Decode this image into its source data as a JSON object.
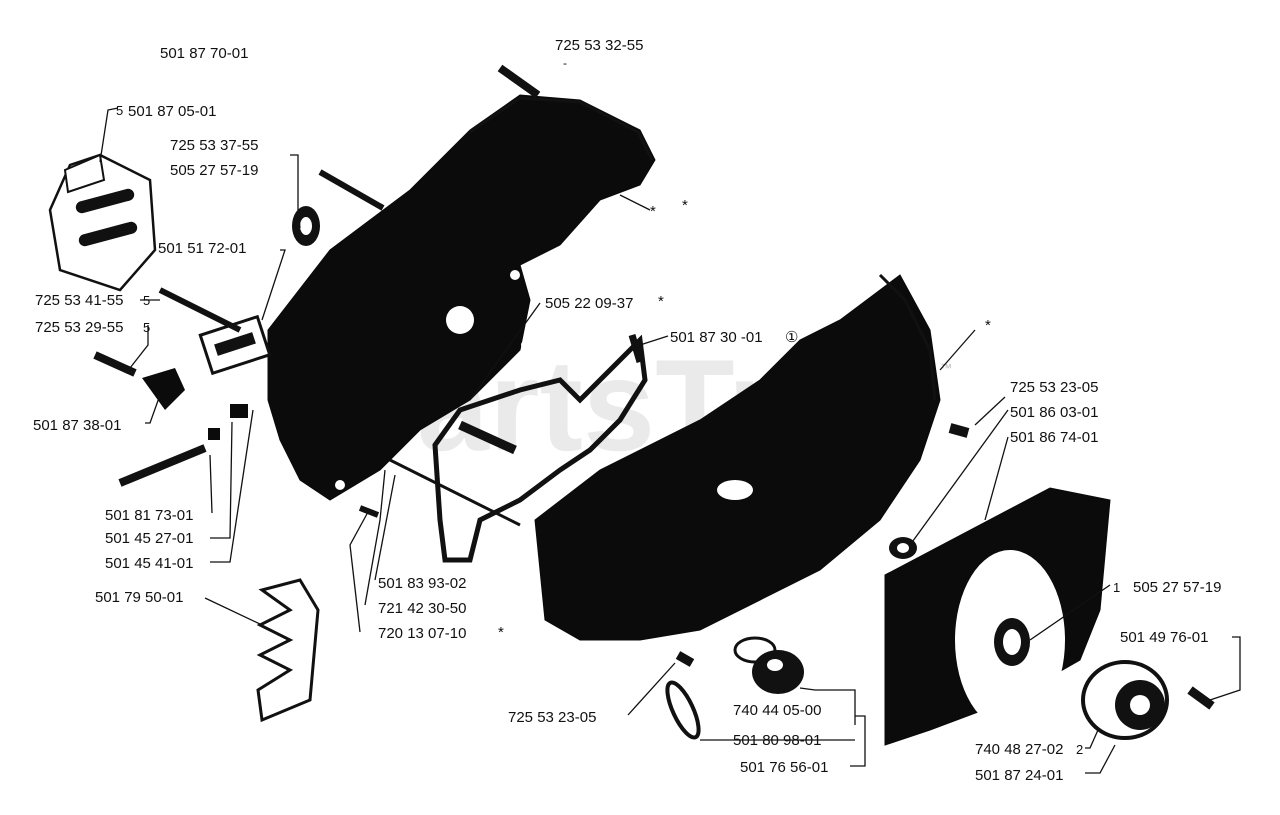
{
  "diagram": {
    "assembly_number": "501 87 70-01",
    "watermark": "PartsTree",
    "watermark_mark": "™",
    "asterisk": "*",
    "parts": {
      "p01": "725 53 32-55",
      "p02": "501 87 05-01",
      "p03": "725 53 37-55",
      "p04": "505 27 57-19",
      "p05": "501 51 72-01",
      "p06": "725 53 41-55",
      "p07": "725 53 29-55",
      "p08": "501 87 38-01",
      "p09": "501 81 73-01",
      "p10": "501 45 27-01",
      "p11": "501 45 41-01",
      "p12": "501 79 50-01",
      "p13": "505 22 09-37",
      "p14": "501 87 30 -01",
      "p15": "501 83 93-02",
      "p16": "721 42 30-50",
      "p17": "720 13 07-10",
      "p18": "725 53 23-05",
      "p19": "501 86 03-01",
      "p20": "501 86 74-01",
      "p21": "505 27 57-19",
      "p22": "501 49 76-01",
      "p23": "725 53 23-05",
      "p24": "740 44 05-00",
      "p25": "501 80 98-01",
      "p26": "501 76 56-01",
      "p27": "740 48 27-02",
      "p28": "501 87 24-01"
    },
    "markers": {
      "p01_mark": "-",
      "p02_mark": "5",
      "p06_mark": "5",
      "p07_mark": "5",
      "p14_mark": "①",
      "p21_mark": "1",
      "p27_mark": "2"
    }
  }
}
